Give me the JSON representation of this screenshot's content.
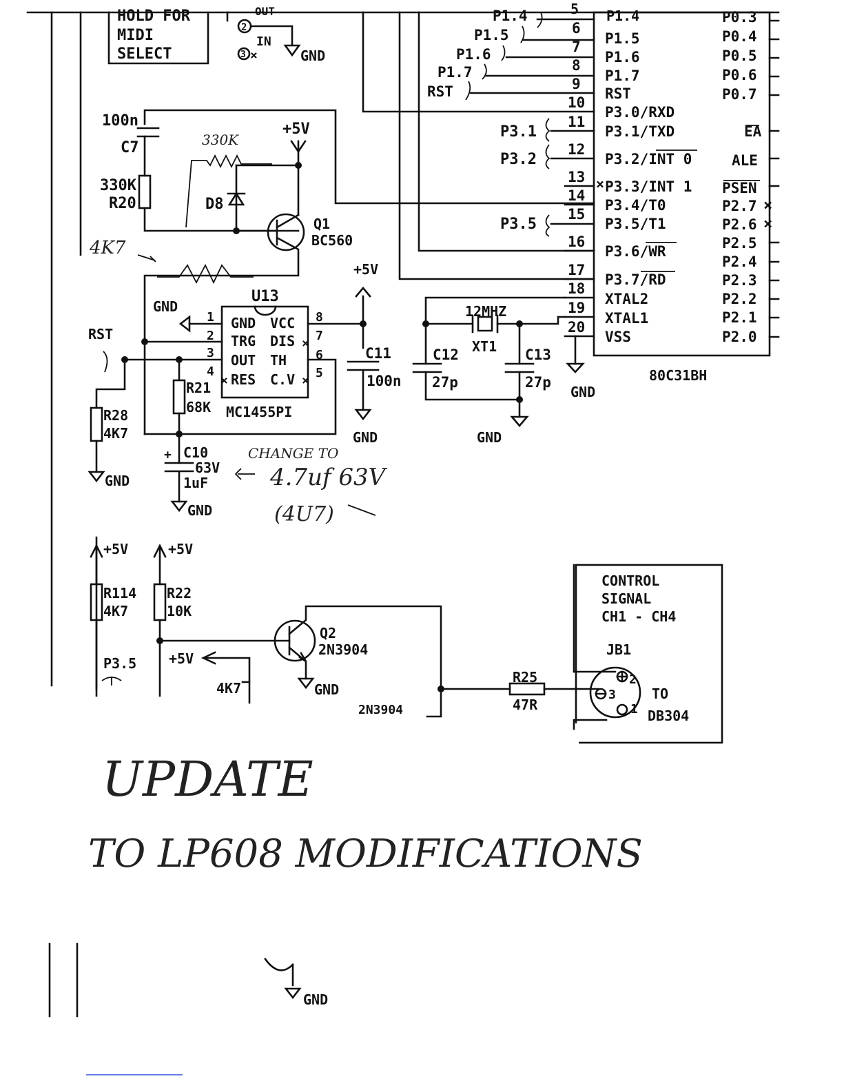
{
  "top_left": {
    "box": [
      "HOLD FOR",
      "MIDI",
      "SELECT"
    ],
    "pins": {
      "out": "OUT",
      "in": "IN",
      "p2": "2",
      "p3": "3",
      "gnd": "GND"
    }
  },
  "mcu": {
    "part": "80C31BH",
    "left_pins": [
      {
        "num": "6",
        "name": "P1.5"
      },
      {
        "num": "7",
        "name": "P1.6"
      },
      {
        "num": "8",
        "name": "P1.7"
      },
      {
        "num": "9",
        "name": "RST"
      },
      {
        "num": "10",
        "name": "P3.0/RXD"
      },
      {
        "num": "11",
        "name": "P3.1/TXD"
      },
      {
        "num": "12",
        "name": "P3.2/INT 0"
      },
      {
        "num": "13",
        "name": "P3.3/INT 1"
      },
      {
        "num": "14",
        "name": "P3.4/T0"
      },
      {
        "num": "15",
        "name": "P3.5/T1"
      },
      {
        "num": "16",
        "name": "P3.6/WR"
      },
      {
        "num": "17",
        "name": "P3.7/RD"
      },
      {
        "num": "18",
        "name": "XTAL2"
      },
      {
        "num": "19",
        "name": "XTAL1"
      },
      {
        "num": "20",
        "name": "VSS"
      }
    ],
    "right_pins": [
      "P0.3",
      "P0.4",
      "P0.5",
      "P0.6",
      "P0.7",
      "EA",
      "ALE",
      "PSEN",
      "P2.7",
      "P2.6",
      "P2.5",
      "P2.4",
      "P2.3",
      "P2.2",
      "P2.1",
      "P2.0"
    ],
    "top_partial": {
      "num": "5",
      "name": "P1.4"
    }
  },
  "port_labels": [
    "P1.4",
    "P1.5",
    "P1.6",
    "P1.7",
    "RST",
    "P3.1",
    "P3.2",
    "P3.5"
  ],
  "reset_circuit": {
    "c7": {
      "value": "100n",
      "ref": "C7"
    },
    "r20": {
      "value": "330K",
      "ref": "R20"
    },
    "d8": "D8",
    "q1": {
      "ref": "Q1",
      "part": "BC560"
    },
    "supply": "+5V"
  },
  "timer": {
    "ref": "U13",
    "part": "MC1455PI",
    "pins_left": [
      "GND",
      "TRG",
      "OUT",
      "RES"
    ],
    "pins_right": [
      "VCC",
      "DIS",
      "TH",
      "C.V"
    ],
    "pin_nums_left": [
      "1",
      "2",
      "3",
      "4"
    ],
    "pin_nums_right": [
      "8",
      "7",
      "6",
      "5"
    ],
    "gnd": "GND",
    "rst": "RST"
  },
  "passives": {
    "r28": {
      "ref": "R28",
      "value": "4K7"
    },
    "r21": {
      "ref": "R21",
      "value": "68K"
    },
    "c10": {
      "ref": "C10",
      "v": "63V",
      "value": "1uF",
      "plus": "+"
    },
    "c11": {
      "ref": "C11",
      "value": "100n"
    },
    "c12": {
      "ref": "C12",
      "value": "27p"
    },
    "c13": {
      "ref": "C13",
      "value": "27p"
    },
    "xt1": {
      "ref": "XT1",
      "freq": "12MHZ"
    },
    "supply": "+5V",
    "gnd": "GND"
  },
  "bottom_circuit": {
    "r114": {
      "ref": "R114",
      "value": "4K7"
    },
    "r22": {
      "ref": "R22",
      "value": "10K"
    },
    "q2": {
      "ref": "Q2",
      "part": "2N3904"
    },
    "q2_dup": "2N3904",
    "p35": "P3.5",
    "r4k7": "4K7",
    "r25": {
      "ref": "R25",
      "value": "47R"
    },
    "jb1": {
      "ref": "JB1",
      "to": "TO",
      "part": "DB304",
      "pins": [
        "2",
        "3",
        "1"
      ]
    },
    "box": [
      "CONTROL",
      "SIGNAL",
      "CH1 - CH4"
    ],
    "supply": "+5V",
    "gnd": "GND"
  },
  "handwritten": {
    "r330k": "330K",
    "r4k7": "4K7",
    "change": "CHANGE TO",
    "new_value": "4.7uf 63V",
    "new_short": "(4U7)",
    "update": "UPDATE",
    "mod": "TO  LP608  MODIFICATIONS"
  },
  "bottom_fragment": {
    "gnd": "GND"
  }
}
